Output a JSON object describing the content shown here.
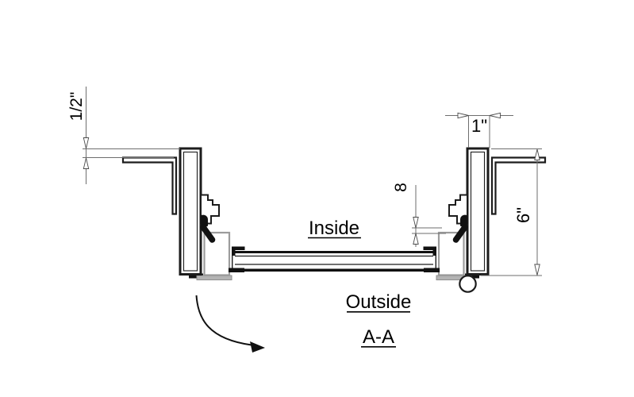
{
  "drawing": {
    "section_label": "A-A",
    "side_labels": {
      "inside": "Inside",
      "outside": "Outside"
    },
    "dimensions": {
      "half_inch": "1/2\"",
      "one_inch": "1\"",
      "eight": "8",
      "six_inch": "6\""
    },
    "colors": {
      "line": "#1c1c1c",
      "fill_black": "#111111",
      "secondary_line": "#9c9c9c",
      "secondary_fill": "#b3b3b3",
      "dimension_line": "#6e6e6e",
      "background": "#ffffff"
    }
  }
}
